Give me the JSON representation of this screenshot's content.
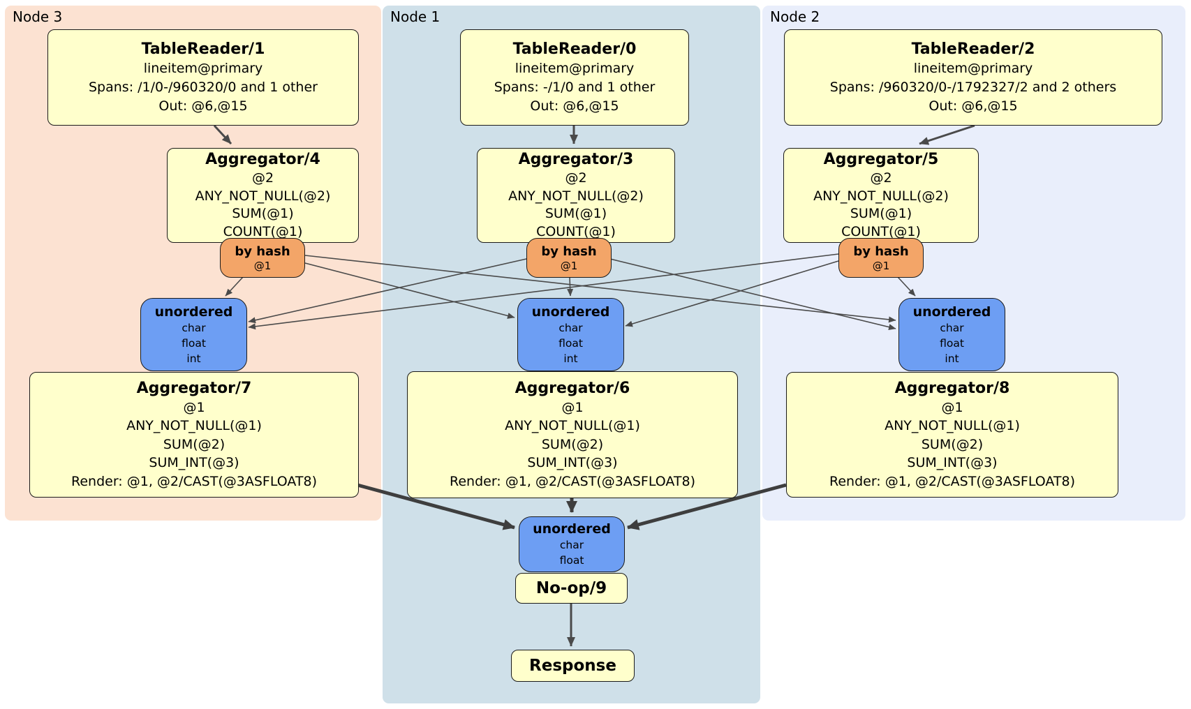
{
  "colors": {
    "page-bg": "#ffffff",
    "node3-bg": "#fce2d2",
    "node1-bg": "#cfe0e9",
    "node2-bg": "#e9eefb",
    "processor-fill": "#ffffcc",
    "router-fill": "#f3a568",
    "sync-fill": "#6d9ef3",
    "box-border": "#1a1a1a",
    "edge-color": "#4a4a4a",
    "edge-thick": "#3e3e3e"
  },
  "node_groups": [
    {
      "label": "Node 3"
    },
    {
      "label": "Node 1"
    },
    {
      "label": "Node 2"
    }
  ],
  "processors": {
    "tr1": {
      "title": "TableReader/1",
      "lines": [
        "lineitem@primary",
        "Spans: /1/0-/960320/0 and 1 other",
        "Out: @6,@15"
      ]
    },
    "tr0": {
      "title": "TableReader/0",
      "lines": [
        "lineitem@primary",
        "Spans: -/1/0 and 1 other",
        "Out: @6,@15"
      ]
    },
    "tr2": {
      "title": "TableReader/2",
      "lines": [
        "lineitem@primary",
        "Spans: /960320/0-/1792327/2 and 2 others",
        "Out: @6,@15"
      ]
    },
    "agg4": {
      "title": "Aggregator/4",
      "lines": [
        "@2",
        "ANY_NOT_NULL(@2)",
        "SUM(@1)",
        "COUNT(@1)"
      ]
    },
    "agg3": {
      "title": "Aggregator/3",
      "lines": [
        "@2",
        "ANY_NOT_NULL(@2)",
        "SUM(@1)",
        "COUNT(@1)"
      ]
    },
    "agg5": {
      "title": "Aggregator/5",
      "lines": [
        "@2",
        "ANY_NOT_NULL(@2)",
        "SUM(@1)",
        "COUNT(@1)"
      ]
    },
    "agg7": {
      "title": "Aggregator/7",
      "lines": [
        "@1",
        "ANY_NOT_NULL(@1)",
        "SUM(@2)",
        "SUM_INT(@3)",
        "Render: @1, @2/CAST(@3ASFLOAT8)"
      ]
    },
    "agg6": {
      "title": "Aggregator/6",
      "lines": [
        "@1",
        "ANY_NOT_NULL(@1)",
        "SUM(@2)",
        "SUM_INT(@3)",
        "Render: @1, @2/CAST(@3ASFLOAT8)"
      ]
    },
    "agg8": {
      "title": "Aggregator/8",
      "lines": [
        "@1",
        "ANY_NOT_NULL(@1)",
        "SUM(@2)",
        "SUM_INT(@3)",
        "Render: @1, @2/CAST(@3ASFLOAT8)"
      ]
    },
    "noop9": {
      "title": "No-op/9"
    },
    "response": {
      "title": "Response"
    }
  },
  "router": {
    "label": "by hash",
    "key": "@1"
  },
  "sync": {
    "label": "unordered",
    "stream_types": [
      "char",
      "float",
      "int"
    ],
    "final_stream_types": [
      "char",
      "float"
    ]
  }
}
